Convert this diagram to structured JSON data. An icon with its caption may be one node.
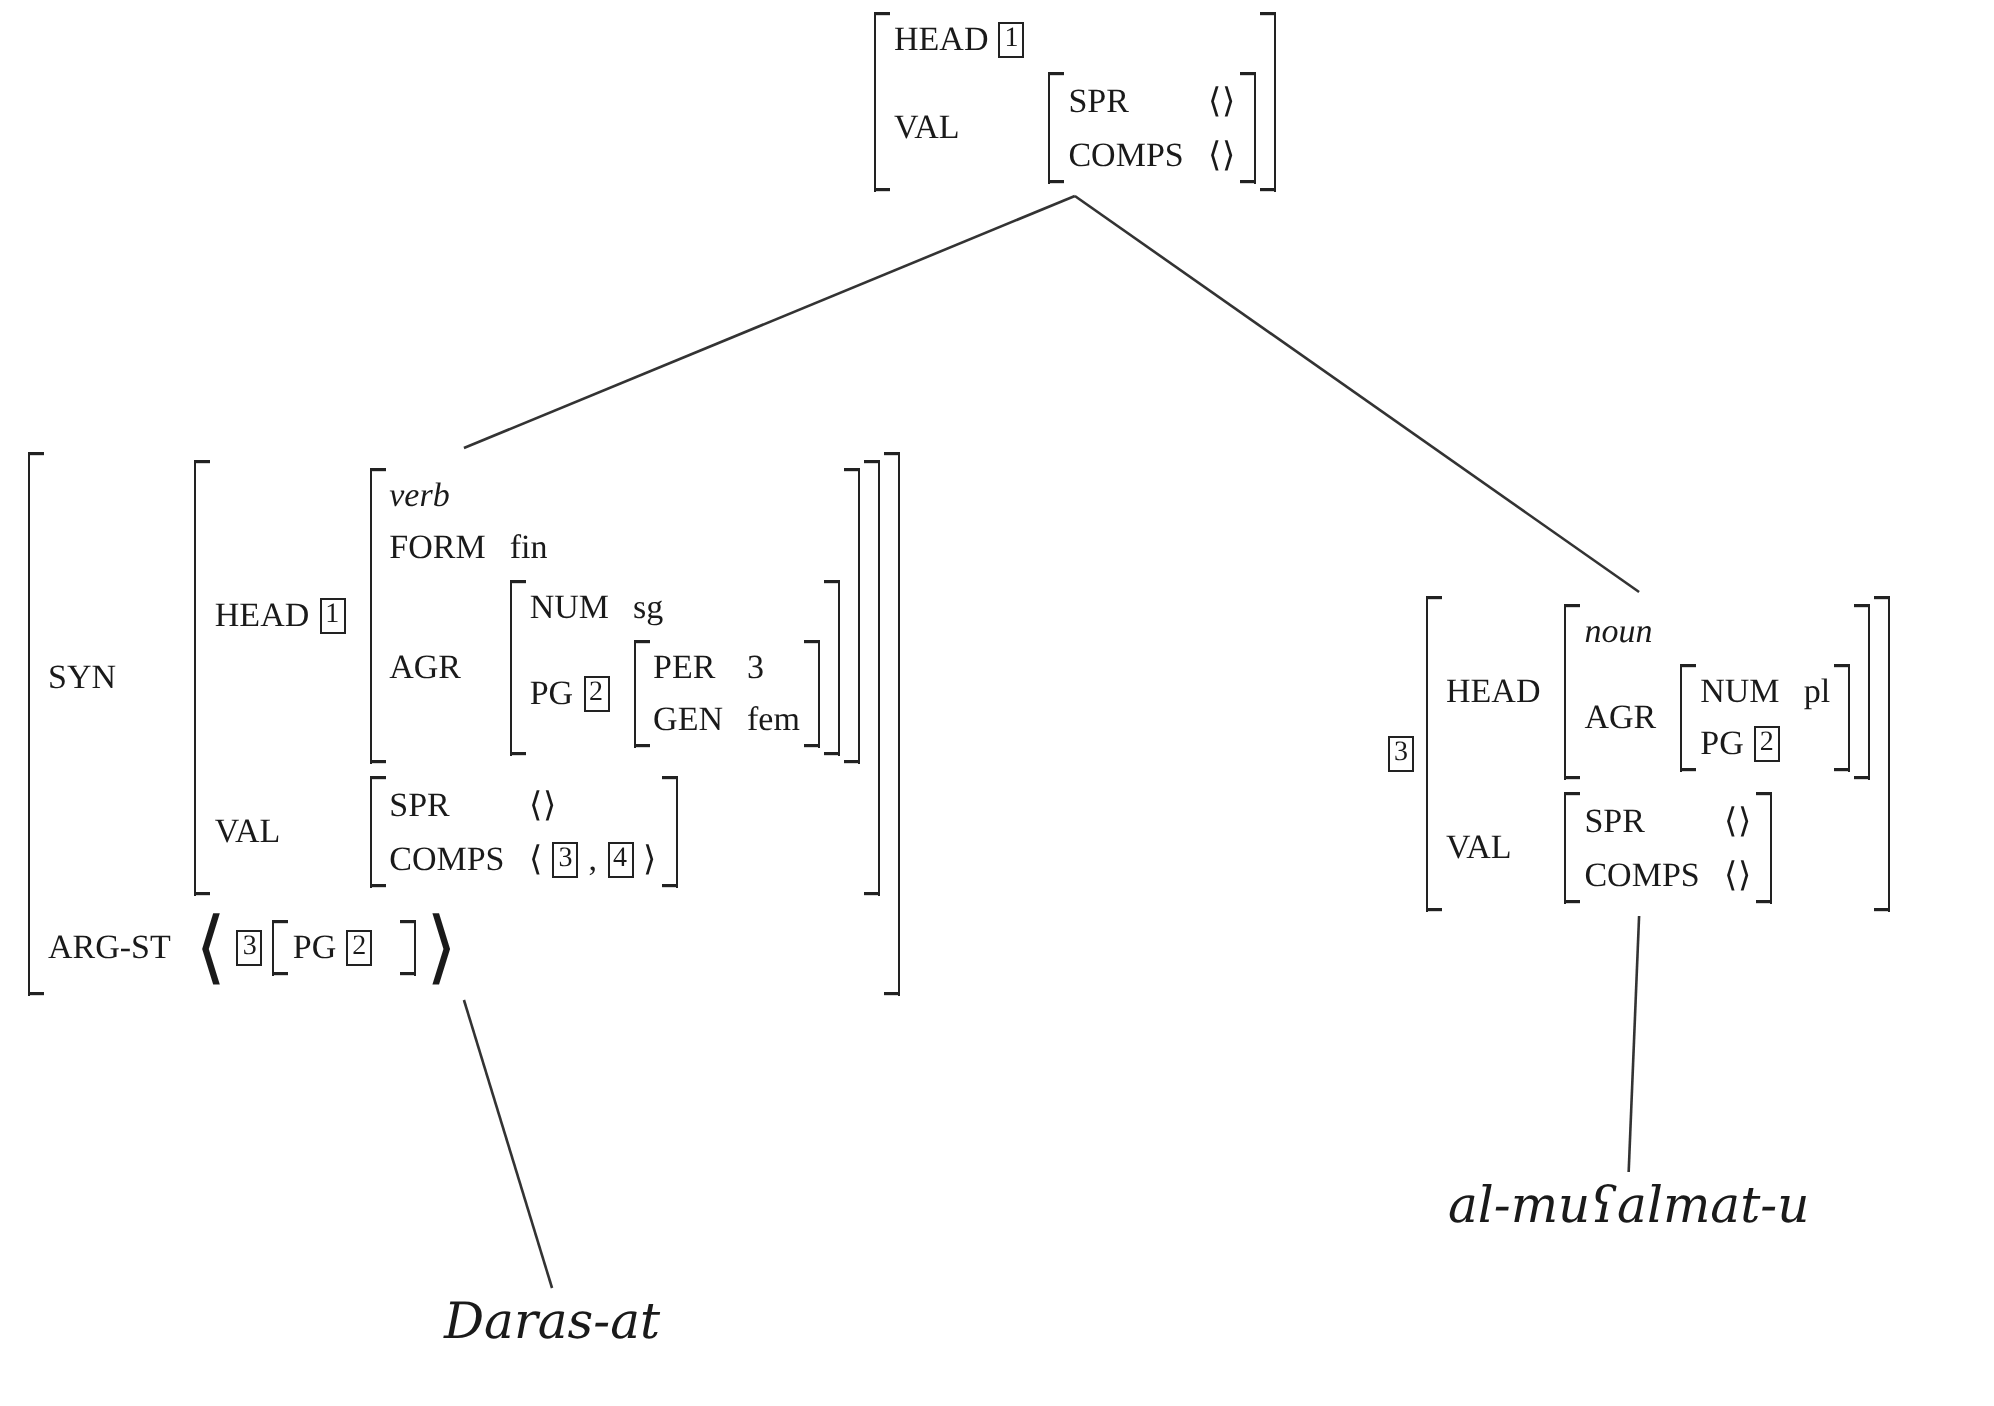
{
  "diagram": {
    "nodes": [
      {
        "text": [
          "HEAD",
          "1",
          "VAL"
        ]
      },
      {
        "text": [
          "SPR",
          "⟨⟩",
          "COMPS",
          "⟨⟩"
        ],
        "in": 0
      },
      {
        "text": [
          "SYN",
          "ARG-ST",
          "⟨",
          "3",
          "⟩"
        ]
      },
      {
        "text": [
          "HEAD",
          "1",
          "VAL"
        ],
        "in": 2
      },
      {
        "text": [
          "verb",
          "FORM",
          "fin",
          "AGR"
        ],
        "in": 3
      },
      {
        "text": [
          "NUM",
          "sg",
          "PG",
          "2"
        ],
        "in": 4
      },
      {
        "text": [
          "PER",
          "3",
          "GEN",
          "fem"
        ],
        "in": 5
      },
      {
        "text": [
          "SPR",
          "⟨⟩",
          "COMPS",
          "⟨",
          "3",
          ",",
          "4",
          "⟩"
        ],
        "in": 3
      },
      {
        "text": [
          "PG",
          "2"
        ],
        "in": 2
      },
      {
        "text": [
          "3",
          "HEAD",
          "VAL"
        ]
      },
      {
        "text": [
          "noun",
          "AGR"
        ],
        "in": 9
      },
      {
        "text": [
          "NUM",
          "pl",
          "PG",
          "2"
        ],
        "in": 10
      },
      {
        "text": [
          "SPR",
          "⟨⟩",
          "COMPS",
          "⟨⟩"
        ],
        "in": 9
      },
      {
        "text": [
          "Daras-at"
        ]
      },
      {
        "text": [
          "al-muʕalmat-u"
        ]
      }
    ],
    "edges": [
      {
        "from": 0,
        "to": 2,
        "arrow": "none"
      },
      {
        "from": 0,
        "to": 9,
        "arrow": "none"
      },
      {
        "from": 2,
        "to": 13,
        "arrow": "none"
      },
      {
        "from": 9,
        "to": 14,
        "arrow": "none"
      }
    ]
  }
}
